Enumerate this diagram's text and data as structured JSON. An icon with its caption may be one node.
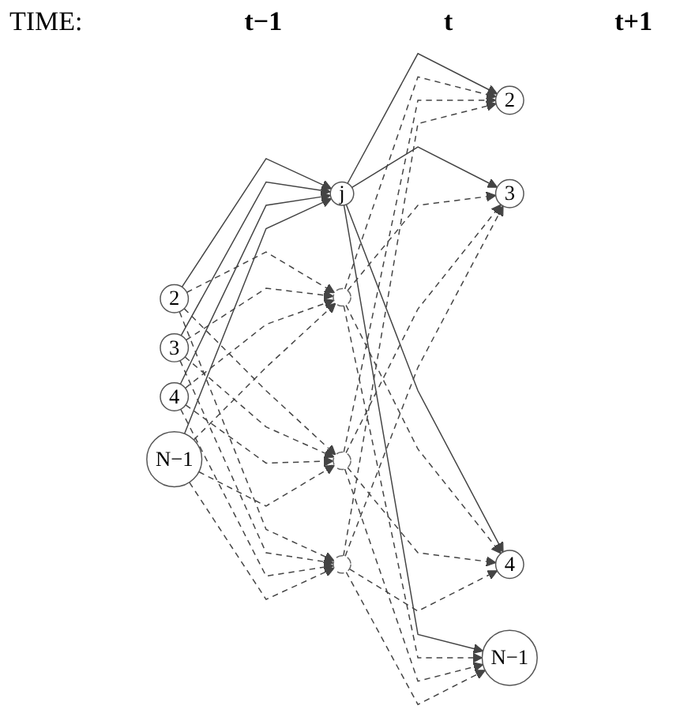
{
  "diagram": {
    "nodes": [
      {
        "text": [
          "2"
        ]
      },
      {
        "text": [
          "3"
        ]
      },
      {
        "text": [
          "4"
        ]
      },
      {
        "text": [
          "N−1"
        ]
      },
      {
        "text": [],
        "shape": "circle"
      },
      {
        "text": [],
        "shape": "circle"
      },
      {
        "text": [
          "j"
        ]
      },
      {
        "text": [],
        "shape": "circle"
      },
      {
        "text": [
          "2"
        ]
      },
      {
        "text": [
          "3"
        ]
      },
      {
        "text": [
          "4"
        ]
      },
      {
        "text": [
          "N−1"
        ]
      }
    ],
    "edges": [
      {
        "from": 0,
        "to": 6,
        "arrow": "to"
      },
      {
        "from": 1,
        "to": 6,
        "arrow": "to"
      },
      {
        "from": 2,
        "to": 6,
        "arrow": "to"
      },
      {
        "from": 3,
        "to": 6,
        "arrow": "to"
      },
      {
        "from": 6,
        "to": 8,
        "arrow": "to"
      },
      {
        "from": 6,
        "to": 9,
        "arrow": "to"
      },
      {
        "from": 6,
        "to": 10,
        "arrow": "to"
      },
      {
        "from": 6,
        "to": 11,
        "arrow": "to"
      },
      {
        "from": 0,
        "to": 4,
        "arrow": "to",
        "style": "dashed"
      },
      {
        "from": 0,
        "to": 5,
        "arrow": "to",
        "style": "dashed"
      },
      {
        "from": 0,
        "to": 7,
        "arrow": "to",
        "style": "dashed"
      },
      {
        "from": 1,
        "to": 4,
        "arrow": "to",
        "style": "dashed"
      },
      {
        "from": 1,
        "to": 5,
        "arrow": "to",
        "style": "dashed"
      },
      {
        "from": 1,
        "to": 7,
        "arrow": "to",
        "style": "dashed"
      },
      {
        "from": 2,
        "to": 4,
        "arrow": "to",
        "style": "dashed"
      },
      {
        "from": 2,
        "to": 5,
        "arrow": "to",
        "style": "dashed"
      },
      {
        "from": 2,
        "to": 7,
        "arrow": "to",
        "style": "dashed"
      },
      {
        "from": 3,
        "to": 4,
        "arrow": "to",
        "style": "dashed"
      },
      {
        "from": 3,
        "to": 5,
        "arrow": "to",
        "style": "dashed"
      },
      {
        "from": 3,
        "to": 7,
        "arrow": "to",
        "style": "dashed"
      },
      {
        "from": 4,
        "to": 8,
        "arrow": "to",
        "style": "dashed"
      },
      {
        "from": 4,
        "to": 9,
        "arrow": "to",
        "style": "dashed"
      },
      {
        "from": 4,
        "to": 10,
        "arrow": "to",
        "style": "dashed"
      },
      {
        "from": 4,
        "to": 11,
        "arrow": "to",
        "style": "dashed"
      },
      {
        "from": 5,
        "to": 8,
        "arrow": "to",
        "style": "dashed"
      },
      {
        "from": 5,
        "to": 9,
        "arrow": "to",
        "style": "dashed"
      },
      {
        "from": 5,
        "to": 10,
        "arrow": "to",
        "style": "dashed"
      },
      {
        "from": 5,
        "to": 11,
        "arrow": "to",
        "style": "dashed"
      },
      {
        "from": 7,
        "to": 8,
        "arrow": "to",
        "style": "dashed"
      },
      {
        "from": 7,
        "to": 9,
        "arrow": "to",
        "style": "dashed"
      },
      {
        "from": 7,
        "to": 10,
        "arrow": "to",
        "style": "dashed"
      },
      {
        "from": 7,
        "to": 11,
        "arrow": "to",
        "style": "dashed"
      }
    ],
    "labels": [
      "TIME:",
      "t−1",
      "t",
      "t+1"
    ]
  }
}
